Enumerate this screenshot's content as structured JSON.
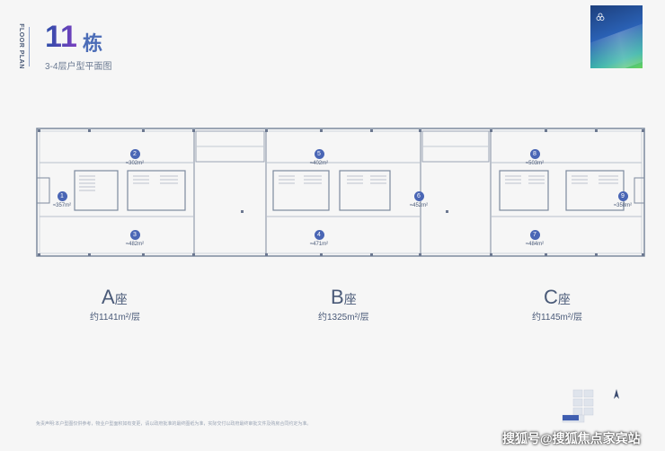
{
  "header": {
    "floor_plan_vertical": "FLOOR PLAN",
    "building_number": "11",
    "building_char": "栋",
    "subtitle": "3-4层户型平面图"
  },
  "units": [
    {
      "num": "1",
      "area": "≈357m²"
    },
    {
      "num": "2",
      "area": "≈302m²"
    },
    {
      "num": "3",
      "area": "≈482m²"
    },
    {
      "num": "4",
      "area": "≈471m²"
    },
    {
      "num": "5",
      "area": "≈402m²"
    },
    {
      "num": "6",
      "area": "≈452m²"
    },
    {
      "num": "7",
      "area": "≈484m²"
    },
    {
      "num": "8",
      "area": "≈503m²"
    },
    {
      "num": "9",
      "area": "≈358m²"
    }
  ],
  "zones": [
    {
      "letter": "A",
      "suffix": "座",
      "area": "约1141m²/层"
    },
    {
      "letter": "B",
      "suffix": "座",
      "area": "约1325m²/层"
    },
    {
      "letter": "C",
      "suffix": "座",
      "area": "约1145m²/层"
    }
  ],
  "disclaimer": "免责声明:本户型图仅供参考，物业户型面积如有变更，请以政府批准的最终图纸为准，实际交付以政府最终审批文件及购房合同约定为准。",
  "watermark": "搜狐号@搜狐焦点家宾站",
  "colors": {
    "accent": "#4b6cb7",
    "badge": "#4a66b5",
    "line": "#7d8a9e"
  }
}
